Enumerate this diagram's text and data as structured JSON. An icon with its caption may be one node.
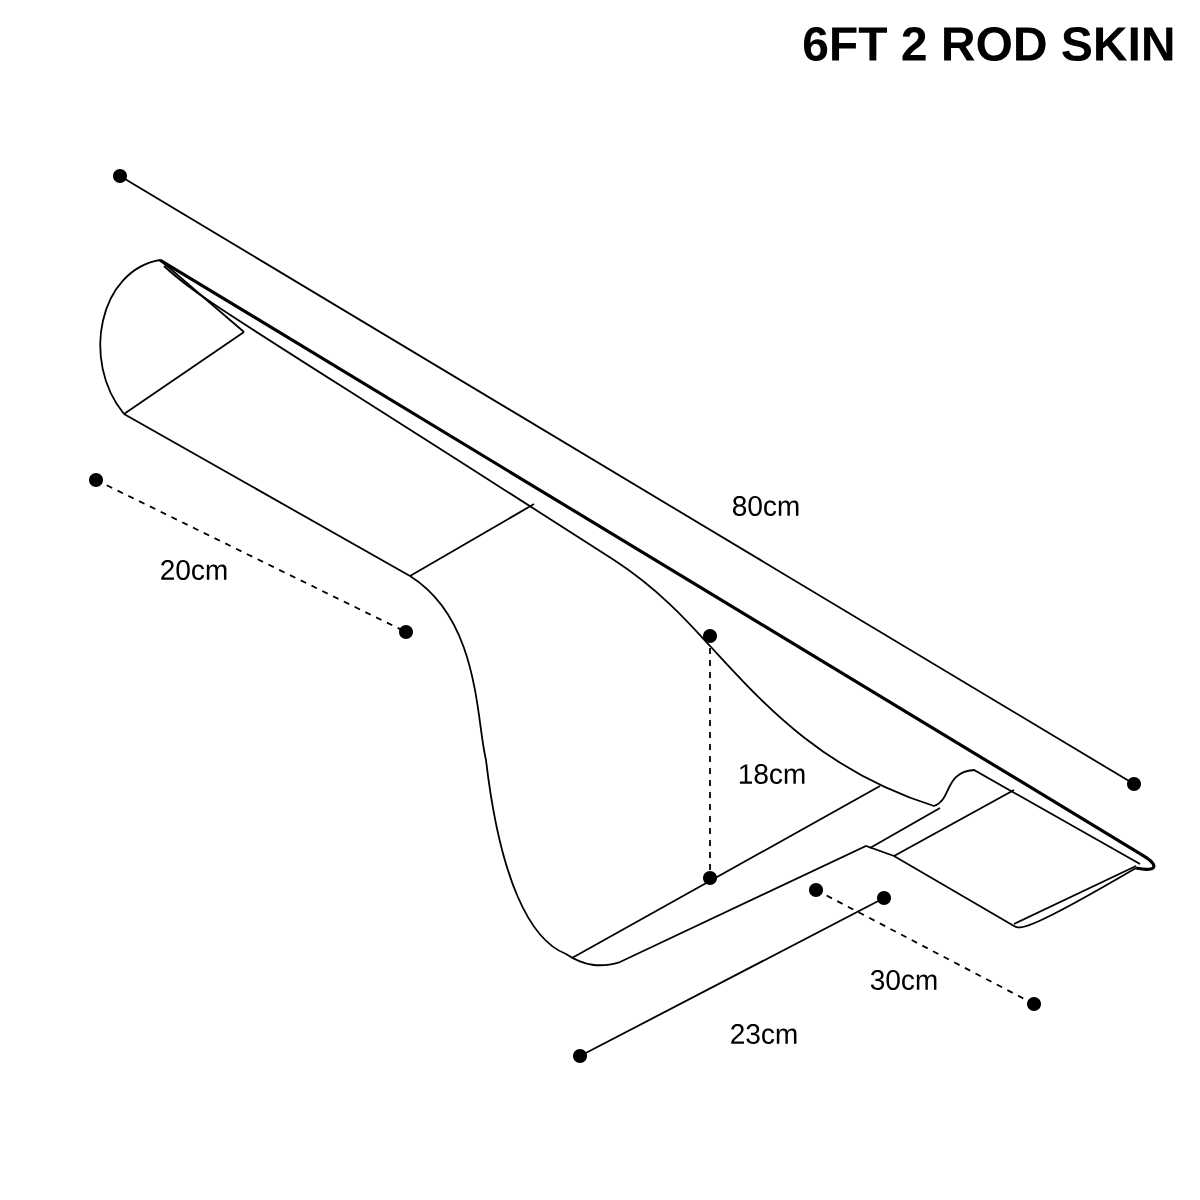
{
  "diagram": {
    "title": "6FT 2 ROD SKIN",
    "labels": [
      "80cm",
      "20cm",
      "18cm",
      "30cm",
      "23cm"
    ]
  }
}
